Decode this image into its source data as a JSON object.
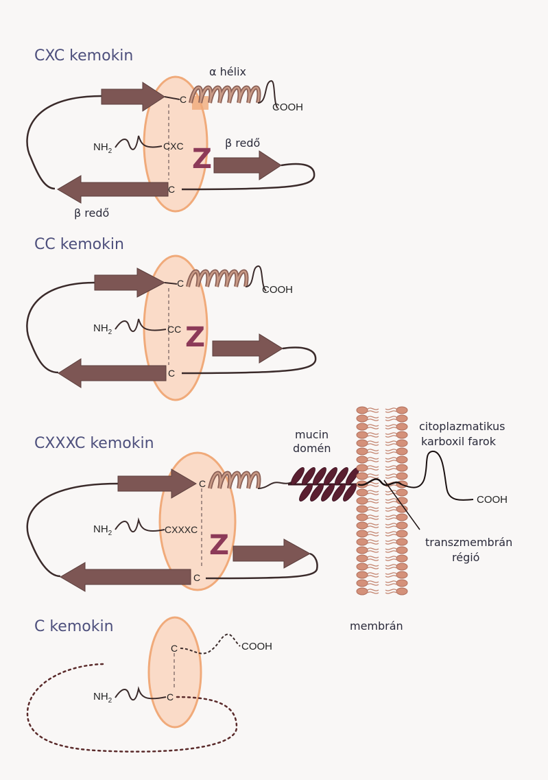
{
  "sections": {
    "cxc": {
      "title": "CXC  kemokin",
      "motif": "CXC",
      "helix_label": "α  hélix",
      "beta_label_1": "β  redő",
      "beta_label_2": "β  redő"
    },
    "cc": {
      "title": "CC  kemokin",
      "motif": "CC"
    },
    "cxxxc": {
      "title": "CXXXC  kemokin",
      "motif": "CXXXC"
    },
    "c": {
      "title": "C  kemokin"
    }
  },
  "chem": {
    "nh2": "NH",
    "nh2_sub": "2",
    "cooh": "COOH",
    "cys": "C",
    "z": "Z"
  },
  "membrane_labels": {
    "mucin_1": "mucin",
    "mucin_2": "domén",
    "cyto_1": "citoplazmatikus",
    "cyto_2": "karboxil  farok",
    "tm_1": "transzmembrán",
    "tm_2": "régió",
    "membrane": "membrán"
  }
}
